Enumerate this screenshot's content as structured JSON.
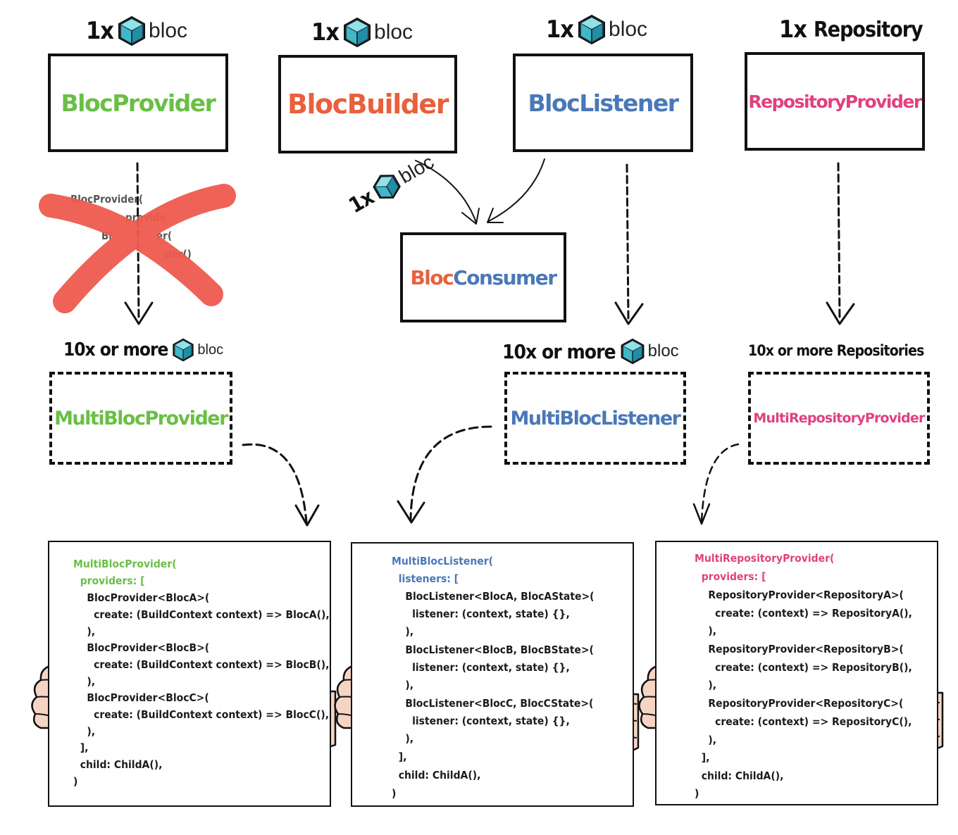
{
  "headers": {
    "bloc_provider": {
      "count": "1x",
      "word": "bloc",
      "icon": "bloc-cube-icon"
    },
    "bloc_builder": {
      "count": "1x",
      "word": "bloc",
      "icon": "bloc-cube-icon"
    },
    "bloc_listener": {
      "count": "1x",
      "word": "bloc",
      "icon": "bloc-cube-icon"
    },
    "repository_provider": {
      "count": "1x",
      "word": "Repository"
    },
    "bloc_consumer": {
      "count": "1x",
      "word": "bloc",
      "icon": "bloc-cube-icon"
    },
    "multi_bloc_provider": {
      "count": "10x or more",
      "word": "bloc",
      "icon": "bloc-cube-icon"
    },
    "multi_bloc_listener": {
      "count": "10x or more",
      "word": "bloc",
      "icon": "bloc-cube-icon"
    },
    "multi_repository_provider": {
      "count": "10x or more Repositories"
    }
  },
  "boxes": {
    "bloc_provider": "BlocProvider",
    "bloc_builder": "BlocBuilder",
    "bloc_listener": "BlocListener",
    "repository_provider": "RepositoryProvider",
    "bloc_consumer_part1": "Bloc",
    "bloc_consumer_part2": "Consumer",
    "multi_bloc_provider": "MultiBlocProvider",
    "multi_bloc_listener": "MultiBlocListener",
    "multi_repository_provider": "MultiRepositoryProvider"
  },
  "crossed_code": [
    "BlocProvider(",
    "provide",
    "Bl",
    "er(",
    "der()"
  ],
  "cards": {
    "multi_bloc_provider": [
      "MultiBlocProvider(",
      "  providers: [",
      "    BlocProvider<BlocA>(",
      "      create: (BuildContext context) => BlocA(),",
      "    ),",
      "    BlocProvider<BlocB>(",
      "      create: (BuildContext context) => BlocB(),",
      "    ),",
      "    BlocProvider<BlocC>(",
      "      create: (BuildContext context) => BlocC(),",
      "    ),",
      "  ],",
      "  child: ChildA(),",
      ")"
    ],
    "multi_bloc_listener": [
      "MultiBlocListener(",
      "  listeners: [",
      "    BlocListener<BlocA, BlocAState>(",
      "      listener: (context, state) {},",
      "    ),",
      "    BlocListener<BlocB, BlocBState>(",
      "      listener: (context, state) {},",
      "    ),",
      "    BlocListener<BlocC, BlocCState>(",
      "      listener: (context, state) {},",
      "    ),",
      "  ],",
      "  child: ChildA(),",
      ")"
    ],
    "multi_repository_provider": [
      "MultiRepositoryProvider(",
      "  providers: [",
      "    RepositoryProvider<RepositoryA>(",
      "      create: (context) => RepositoryA(),",
      "    ),",
      "    RepositoryProvider<RepositoryB>(",
      "      create: (context) => RepositoryB(),",
      "    ),",
      "    RepositoryProvider<RepositoryC>(",
      "      create: (context) => RepositoryC(),",
      "    ),",
      "  ],",
      "  child: ChildA(),",
      ")"
    ]
  },
  "colors": {
    "green": "#6abf45",
    "orange": "#e8603c",
    "blue": "#4a78b8",
    "pink": "#e0417e",
    "cross_red": "#ef5a4f",
    "hand": "#f6d4c4"
  }
}
